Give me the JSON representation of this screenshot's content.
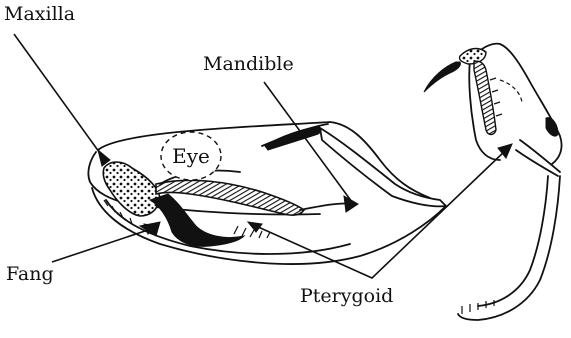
{
  "labels": {
    "maxilla": "Maxilla",
    "mandible": "Mandible",
    "eye": "Eye",
    "fang": "Fang",
    "pterygoid": "Pterygoid"
  }
}
